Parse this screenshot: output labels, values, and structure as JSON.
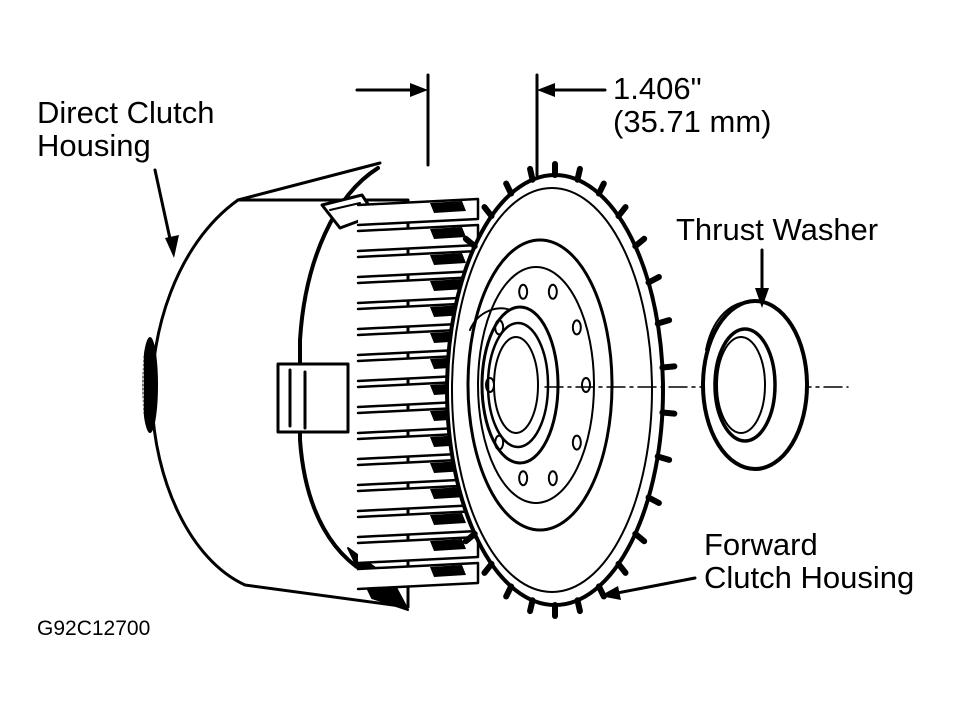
{
  "labels": {
    "direct_clutch_line1": "Direct Clutch",
    "direct_clutch_line2": "Housing",
    "dimension_in": "1.406\"",
    "dimension_mm": "(35.71 mm)",
    "thrust_washer": "Thrust Washer",
    "forward_clutch_line1": "Forward",
    "forward_clutch_line2": "Clutch Housing",
    "figure_code": "G92C12700"
  },
  "colors": {
    "ink": "#000000",
    "paper": "#ffffff"
  }
}
